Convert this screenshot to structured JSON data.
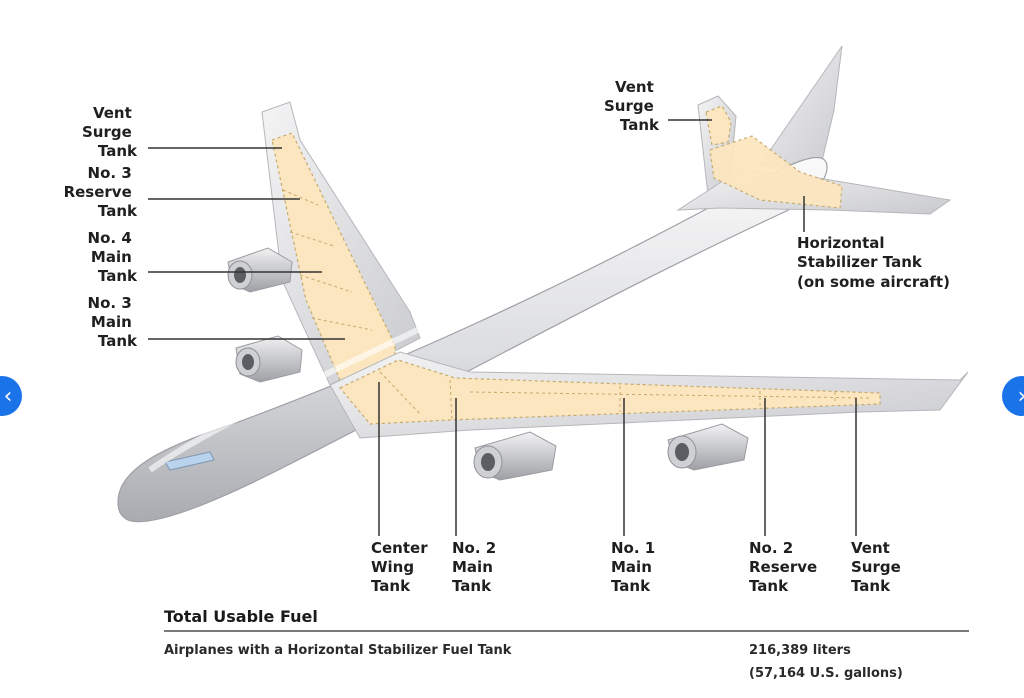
{
  "diagram": {
    "labels": {
      "left_vent_surge": [
        "Vent",
        "Surge",
        "Tank"
      ],
      "no3_reserve": [
        "No. 3",
        "Reserve",
        "Tank"
      ],
      "no4_main": [
        "No. 4",
        "Main",
        "Tank"
      ],
      "no3_main": [
        "No. 3",
        "Main",
        "Tank"
      ],
      "tail_vent_surge": [
        "Vent",
        "Surge",
        "Tank"
      ],
      "horizontal_stabilizer": [
        "Horizontal",
        "Stabilizer Tank",
        "(on some aircraft)"
      ],
      "center_wing": [
        "Center",
        "Wing",
        "Tank"
      ],
      "no2_main": [
        "No. 2",
        "Main",
        "Tank"
      ],
      "no1_main": [
        "No. 1",
        "Main",
        "Tank"
      ],
      "no2_reserve": [
        "No. 2",
        "Reserve",
        "Tank"
      ],
      "right_vent_surge": [
        "Vent",
        "Surge",
        "Tank"
      ]
    },
    "colors": {
      "tank_fill": "#fbe6bf",
      "tank_outline": "#c8a96b",
      "fuselage": "#e9eaec",
      "leader_line": "#333333"
    }
  },
  "fuel_summary": {
    "title": "Total Usable Fuel",
    "row_label": "Airplanes with a Horizontal Stabilizer Fuel Tank",
    "liters": "216,389 liters",
    "gallons": "(57,164 U.S. gallons)"
  },
  "nav": {
    "prev_icon": "chevron-left-icon",
    "next_icon": "chevron-right-icon",
    "prev_glyph": "‹",
    "next_glyph": "›"
  }
}
